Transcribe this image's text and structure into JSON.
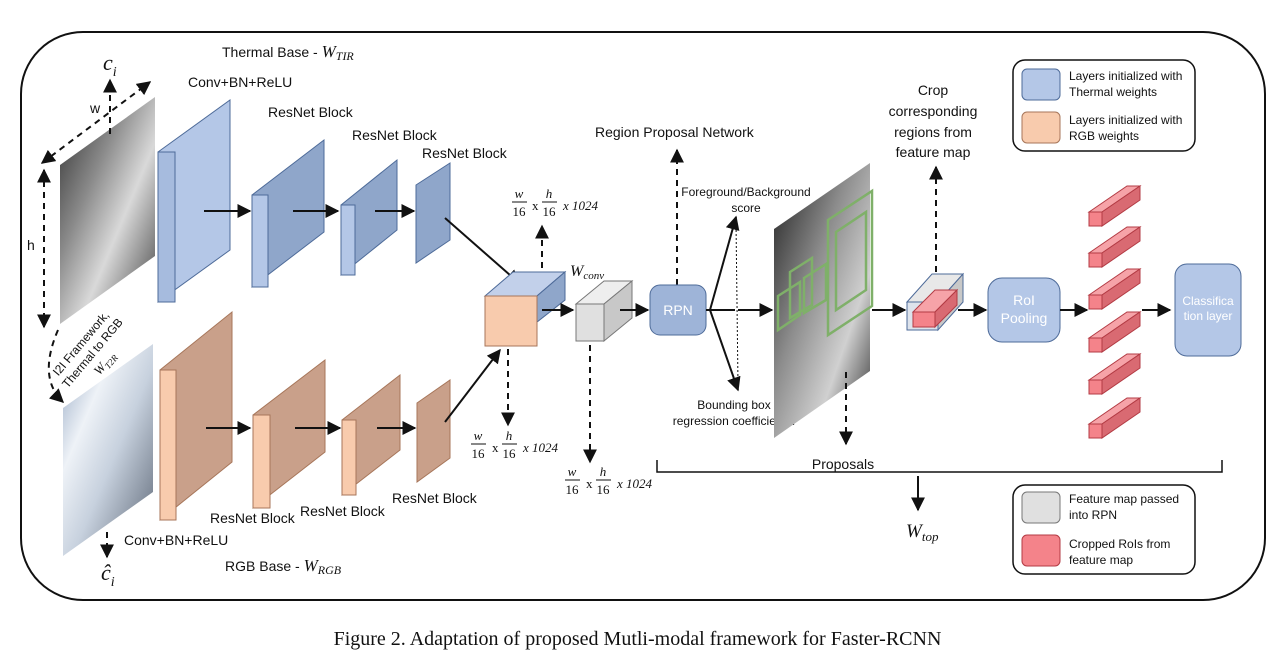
{
  "thermal_base": {
    "title": "Thermal Base - ",
    "weight": "W",
    "weight_sub": "TIR"
  },
  "rgb_base": {
    "title": "RGB Base - ",
    "weight": "W",
    "weight_sub": "RGB"
  },
  "blocks": {
    "conv": "Conv+BN+ReLU",
    "resnet": "ResNet Block"
  },
  "input": {
    "c": "c",
    "c_sub": "i",
    "c_hat": "ĉ",
    "c_hat_sub": "i",
    "w": "w",
    "h": "h",
    "i2i_line1": "I2I Framework,",
    "i2i_line2": "Thermal to RGB",
    "i2i_w": "W",
    "i2i_w_sub": "T2R"
  },
  "dims": {
    "w": "w",
    "h": "h",
    "div": "16",
    "x": "x",
    "depth": "x 1024"
  },
  "wconv": {
    "w": "W",
    "sub": "conv"
  },
  "rpn": {
    "label": "RPN",
    "title": "Region Proposal Network",
    "fg_line1": "Foreground/Background",
    "fg_line2": "score",
    "bb_line1": "Bounding box",
    "bb_line2": "regression coefficients."
  },
  "crop": {
    "line1": "Crop",
    "line2": "corresponding",
    "line3": "regions from",
    "line4": "feature map"
  },
  "roi": {
    "line1": "RoI",
    "line2": "Pooling"
  },
  "classification": {
    "line1": "Classifica",
    "line2": "tion layer"
  },
  "proposals": "Proposals",
  "wtop": {
    "w": "W",
    "sub": "top"
  },
  "legend_top": [
    {
      "line1": "Layers initialized with",
      "line2": "Thermal weights",
      "color": "#b4c7e7"
    },
    {
      "line1": "Layers initialized with",
      "line2": "RGB weights",
      "color": "#f8cbad"
    }
  ],
  "legend_bottom": [
    {
      "line1": "Feature map passed",
      "line2": "into RPN",
      "color": "#e0e0e0"
    },
    {
      "line1": "Cropped RoIs from",
      "line2": "feature map",
      "color": "#f4838a"
    }
  ],
  "colors": {
    "thermal": "#b4c7e7",
    "rgb": "#f8cbad",
    "feature": "#e0e0e0",
    "roi": "#f4838a",
    "box": "#7fb069"
  },
  "caption": "Figure 2. Adaptation of proposed Mutli-modal framework for Faster-RCNN"
}
